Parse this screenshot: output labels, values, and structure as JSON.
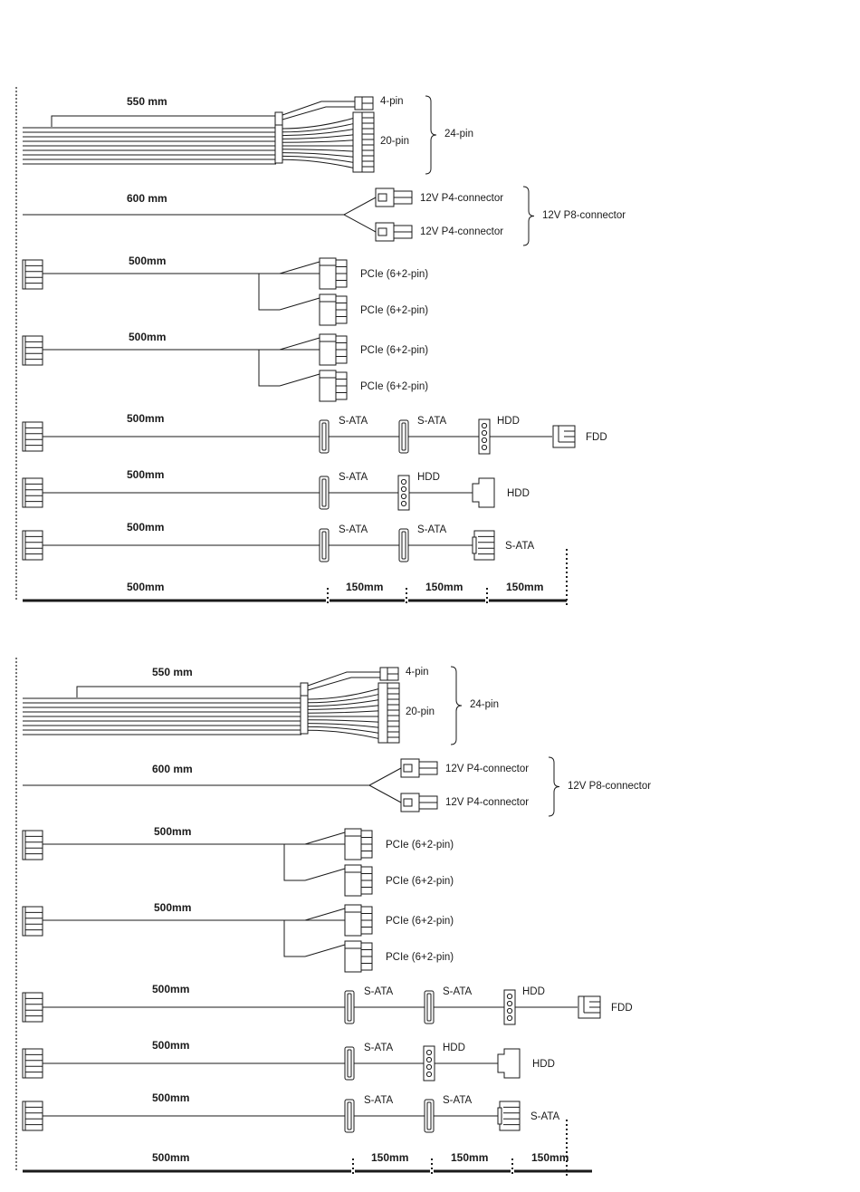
{
  "panels": [
    {
      "atx": {
        "length": "550 mm",
        "pin4": "4-pin",
        "pin20": "20-pin",
        "pin24": "24-pin"
      },
      "eps": {
        "length": "600 mm",
        "p4a": "12V P4-connector",
        "p4b": "12V P4-connector",
        "p8": "12V P8-connector"
      },
      "pcie1": {
        "length": "500mm",
        "a": "PCIe (6+2-pin)",
        "b": "PCIe (6+2-pin)"
      },
      "pcie2": {
        "length": "500mm",
        "a": "PCIe (6+2-pin)",
        "b": "PCIe (6+2-pin)"
      },
      "per1": {
        "length": "500mm",
        "c1": "S-ATA",
        "c2": "S-ATA",
        "c3": "HDD",
        "c4": "FDD"
      },
      "per2": {
        "length": "500mm",
        "c1": "S-ATA",
        "c2": "HDD",
        "c3": "HDD"
      },
      "per3": {
        "length": "500mm",
        "c1": "S-ATA",
        "c2": "S-ATA",
        "c3": "S-ATA"
      },
      "scale": {
        "s1": "500mm",
        "s2": "150mm",
        "s3": "150mm",
        "s4": "150mm"
      }
    },
    {
      "atx": {
        "length": "550 mm",
        "pin4": "4-pin",
        "pin20": "20-pin",
        "pin24": "24-pin"
      },
      "eps": {
        "length": "600 mm",
        "p4a": "12V P4-connector",
        "p4b": "12V P4-connector",
        "p8": "12V P8-connector"
      },
      "pcie1": {
        "length": "500mm",
        "a": "PCIe (6+2-pin)",
        "b": "PCIe (6+2-pin)"
      },
      "pcie2": {
        "length": "500mm",
        "a": "PCIe (6+2-pin)",
        "b": "PCIe (6+2-pin)"
      },
      "per1": {
        "length": "500mm",
        "c1": "S-ATA",
        "c2": "S-ATA",
        "c3": "HDD",
        "c4": "FDD"
      },
      "per2": {
        "length": "500mm",
        "c1": "S-ATA",
        "c2": "HDD",
        "c3": "HDD"
      },
      "per3": {
        "length": "500mm",
        "c1": "S-ATA",
        "c2": "S-ATA",
        "c3": "S-ATA"
      },
      "scale": {
        "s1": "500mm",
        "s2": "150mm",
        "s3": "150mm",
        "s4": "150mm"
      }
    }
  ]
}
